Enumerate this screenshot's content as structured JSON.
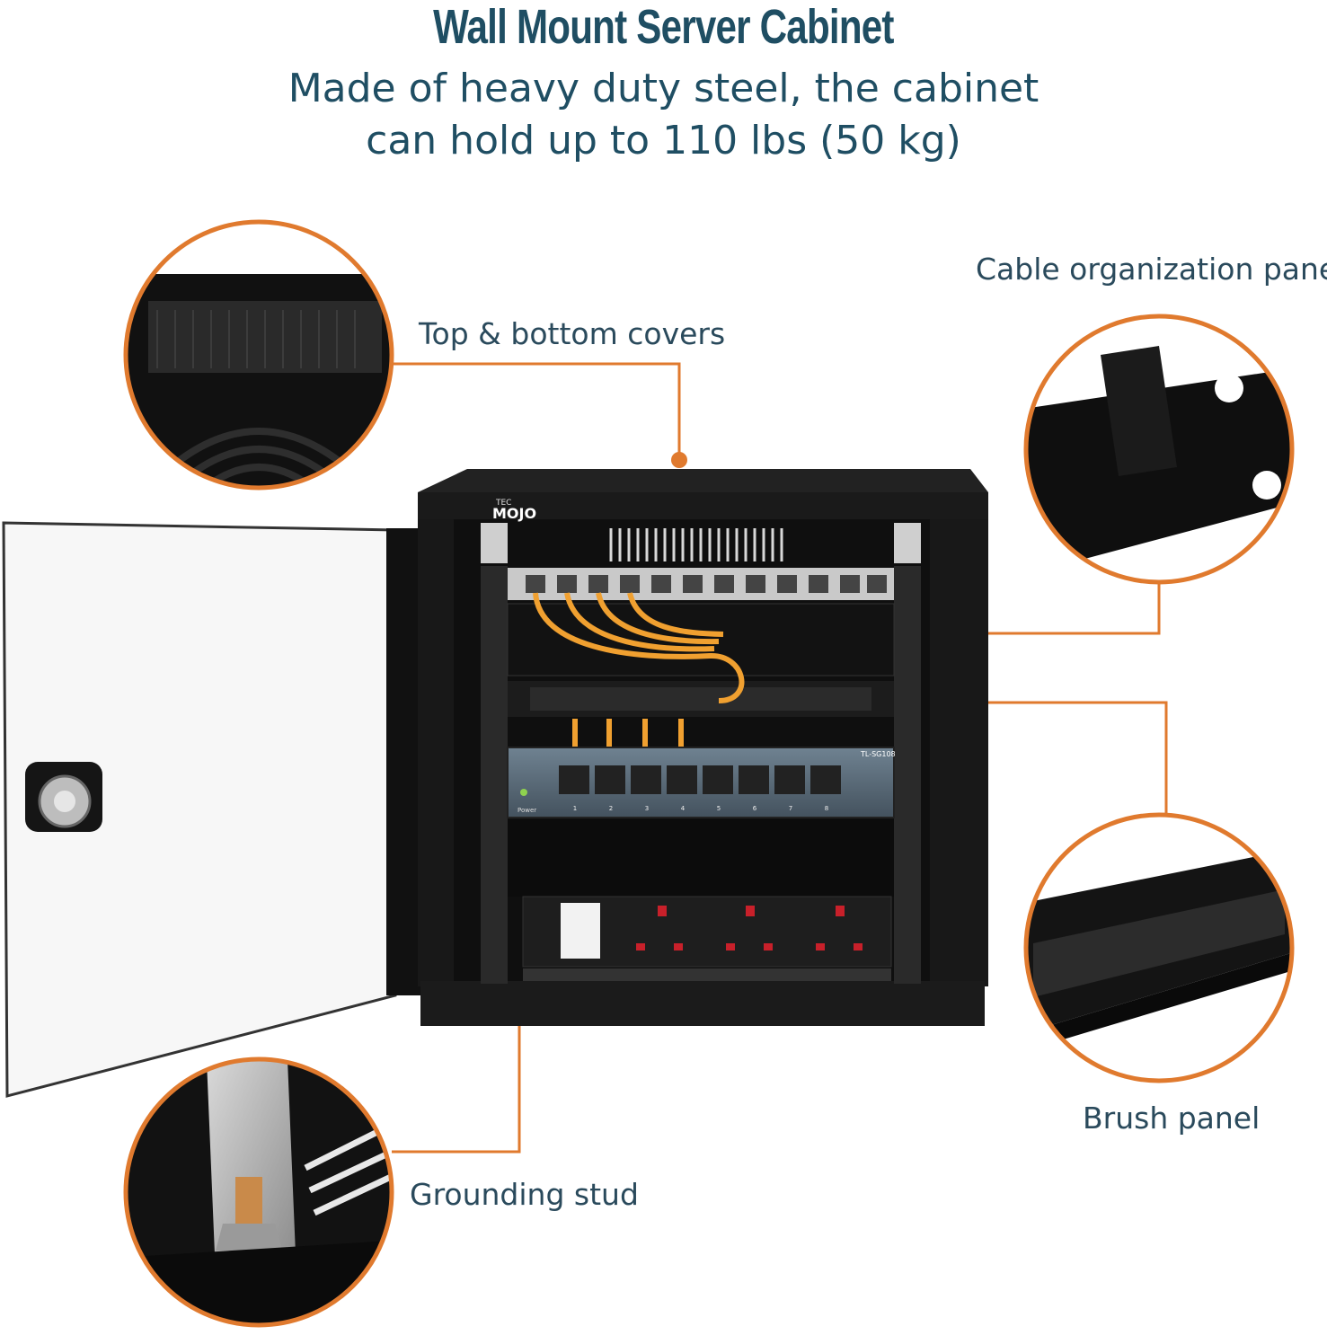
{
  "header": {
    "title": "Wall Mount Server Cabinet",
    "subtitle_line1": "Made of heavy duty steel, the cabinet",
    "subtitle_line2": "can hold up to 110 lbs (50 kg)"
  },
  "callouts": {
    "top_bottom_covers": "Top & bottom covers",
    "cable_organization_panel": "Cable organization panel",
    "brush_panel": "Brush panel",
    "grounding_stud": "Grounding stud"
  },
  "product": {
    "brand": "MOJO",
    "brand_prefix": "TEC",
    "switch_model": "TL-SG108",
    "switch_power_label": "Power",
    "port_numbers": [
      "1",
      "2",
      "3",
      "4",
      "5",
      "6",
      "7",
      "8"
    ]
  },
  "colors": {
    "accent_orange": "#e07a2e",
    "heading_blue": "#1f4e63",
    "cabinet_black": "#1a1a1a",
    "cable_orange": "#f0a030"
  }
}
